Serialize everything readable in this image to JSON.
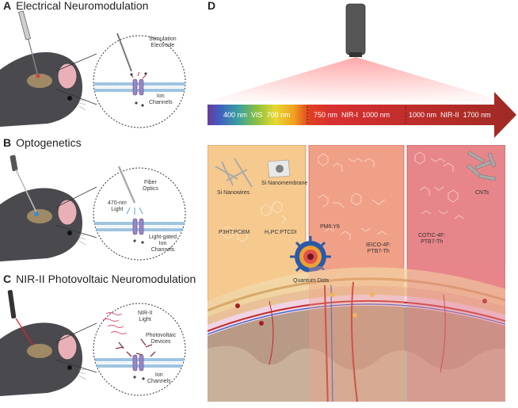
{
  "panel_a": {
    "letter": "A",
    "title": "Electrical Neuromodulation",
    "labels": {
      "electrode": "Stimulation\nElectrode",
      "channels": "Ion\nChannels"
    }
  },
  "panel_b": {
    "letter": "B",
    "title": "Optogenetics",
    "labels": {
      "fiber": "Fiber\nOptics",
      "light": "470-nm\nLight",
      "channels": "Light-gated\nIon\nChannels"
    }
  },
  "panel_c": {
    "letter": "C",
    "title": "NIR-II Photovoltaic Neuromodulation",
    "labels": {
      "light": "NIR-II\nLight",
      "devices": "Photovoltaic\nDevices",
      "channels": "Ion\nChannels"
    }
  },
  "panel_d": {
    "letter": "D",
    "spectrum": {
      "vis": {
        "start": "400 nm",
        "name": "VIS",
        "end": "700 nm"
      },
      "nir1": {
        "start": "750 nm",
        "name": "NIR-I",
        "end": "1000 nm"
      },
      "nir2": {
        "start": "1000 nm",
        "name": "NIR-II",
        "end": "1700 nm"
      }
    },
    "materials": {
      "si_nanowires": "Si Nanowires",
      "si_nanomembrane": "Si Nanomembrane",
      "p3ht": "P3HT:PCBM",
      "h2pc": "H₂PC:PTCDI",
      "pm6": "PM6:Y6",
      "ieico": "IEICO-4F:\nPTB7-Th",
      "quantum_dots": "Quantum Dots",
      "cotic": "COTIC-4F:\nPTB7-Th",
      "cnts": "CNTs"
    }
  },
  "colors": {
    "vis_box": "#f6c98e",
    "nir1_box": "#f1a088",
    "nir2_box": "#e7868a",
    "spectrum_arrow": "#9e2a24",
    "membrane": "#9ec4e0",
    "channel": "#9a86c4"
  }
}
